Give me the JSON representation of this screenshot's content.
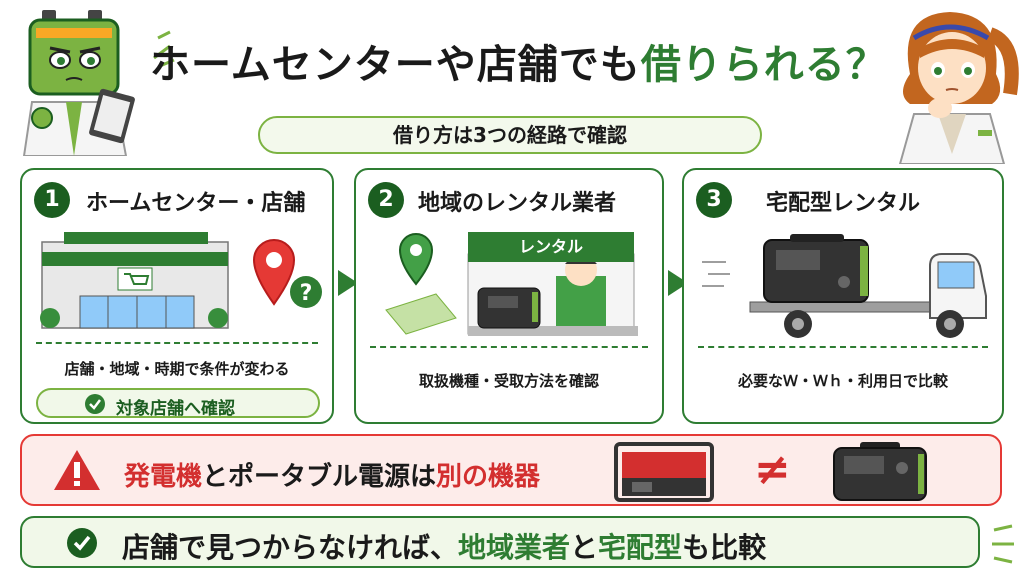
{
  "title": {
    "main": "ホームセンターや店舗でも",
    "accent": "借りられる？"
  },
  "subtitle": "借り方は3つの経路で確認",
  "cards": [
    {
      "number": "1",
      "title": "ホームセンター・店舗",
      "description": "店舗・地域・時期で条件が変わる",
      "confirm": "対象店舗へ確認"
    },
    {
      "number": "2",
      "title": "地域のレンタル業者",
      "description": "取扱機種・受取方法を確認",
      "sign": "レンタル"
    },
    {
      "number": "3",
      "title": "宅配型レンタル",
      "description": "必要なＷ・Ｗｈ・利用日で比較"
    }
  ],
  "warning": {
    "part1": "発電機",
    "part2": "とポータブル電源は",
    "part3": "別の機器",
    "neq": "≠"
  },
  "bottom": {
    "part1": "店舗で見つからなければ、",
    "part2": "地域業者",
    "part3": "と",
    "part4": "宅配型",
    "part5": "も比較"
  },
  "colors": {
    "green": "#2e7d32",
    "dark_green": "#1b5e20",
    "red": "#d32f2f",
    "light_green": "#f1f8e9"
  },
  "icons": [
    "battery-mascot",
    "scientist-girl",
    "store-icon",
    "map-pin-icon",
    "question-icon",
    "truck-icon",
    "power-station-icon",
    "generator-icon",
    "warning-icon",
    "check-icon"
  ]
}
